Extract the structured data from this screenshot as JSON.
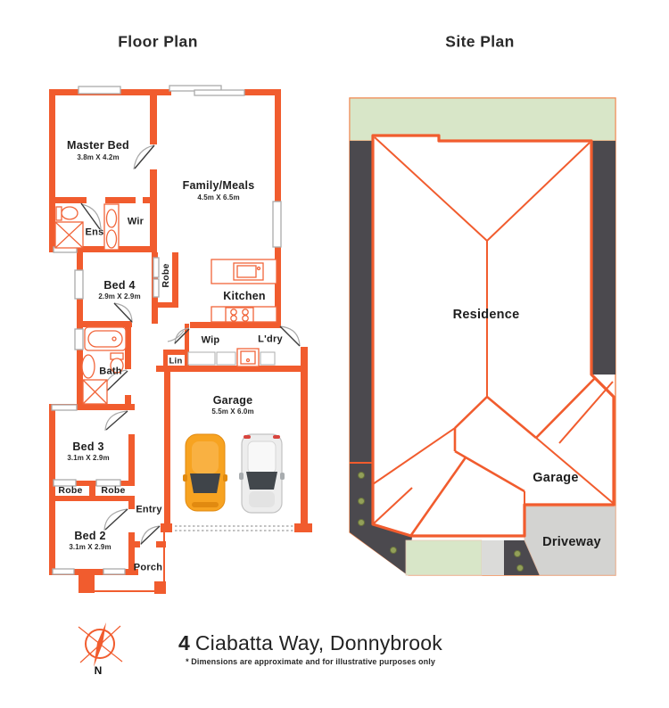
{
  "header": {
    "floor_plan_title": "Floor Plan",
    "site_plan_title": "Site Plan"
  },
  "floor_plan": {
    "master_bed": {
      "label": "Master Bed",
      "dims": "3.8m X 4.2m"
    },
    "family_meals": {
      "label": "Family/Meals",
      "dims": "4.5m X 6.5m"
    },
    "ens": {
      "label": "Ens"
    },
    "wir": {
      "label": "Wir"
    },
    "bed4": {
      "label": "Bed 4",
      "dims": "2.9m X 2.9m"
    },
    "robe_bed4": {
      "label": "Robe"
    },
    "kitchen": {
      "label": "Kitchen"
    },
    "wip": {
      "label": "Wip"
    },
    "ldry": {
      "label": "L'dry"
    },
    "lin": {
      "label": "Lin"
    },
    "bath": {
      "label": "Bath"
    },
    "garage": {
      "label": "Garage",
      "dims": "5.5m X 6.0m"
    },
    "bed3": {
      "label": "Bed 3",
      "dims": "3.1m X 2.9m"
    },
    "robe_bed3": {
      "label": "Robe"
    },
    "robe_bed2": {
      "label": "Robe"
    },
    "entry": {
      "label": "Entry"
    },
    "bed2": {
      "label": "Bed 2",
      "dims": "3.1m X 2.9m"
    },
    "porch": {
      "label": "Porch"
    }
  },
  "site_plan": {
    "residence_label": "Residence",
    "garage_label": "Garage",
    "driveway_label": "Driveway"
  },
  "footer": {
    "address_number": "4",
    "address_name": "Ciabatta Way, Donnybrook",
    "disclaimer": "* Dimensions are approximate and for illustrative purposes only",
    "compass_north_label": "N"
  },
  "colors": {
    "wall_orange": "#F15C2E",
    "site_green": "#D8E6C8",
    "path_dark": "#4B494E",
    "driveway_gray": "#D3D3D1",
    "car_orange": "#F7A321",
    "car_white": "#EDEDED",
    "text_dark": "#1D1D1D"
  }
}
